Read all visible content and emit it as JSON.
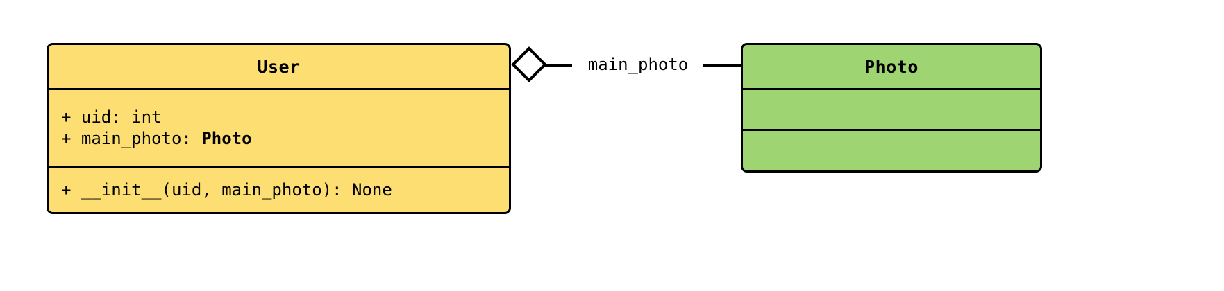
{
  "diagram": {
    "type": "uml-class-diagram",
    "background_color": "#ffffff",
    "line_color": "#000000",
    "classes": [
      {
        "id": "user",
        "name": "User",
        "fill_color": "#FCDE72",
        "attributes": [
          {
            "text": "+ uid: int"
          },
          {
            "text_prefix": "+ main_photo: ",
            "text_type": "Photo"
          }
        ],
        "methods": [
          {
            "text": "+ __init__(uid, main_photo): None"
          }
        ]
      },
      {
        "id": "photo",
        "name": "Photo",
        "fill_color": "#9FD473",
        "attributes": [],
        "methods": []
      }
    ],
    "relationship": {
      "kind": "aggregation",
      "label": "main_photo",
      "source": "User",
      "target": "Photo",
      "source_decoration": "hollow-diamond"
    }
  }
}
